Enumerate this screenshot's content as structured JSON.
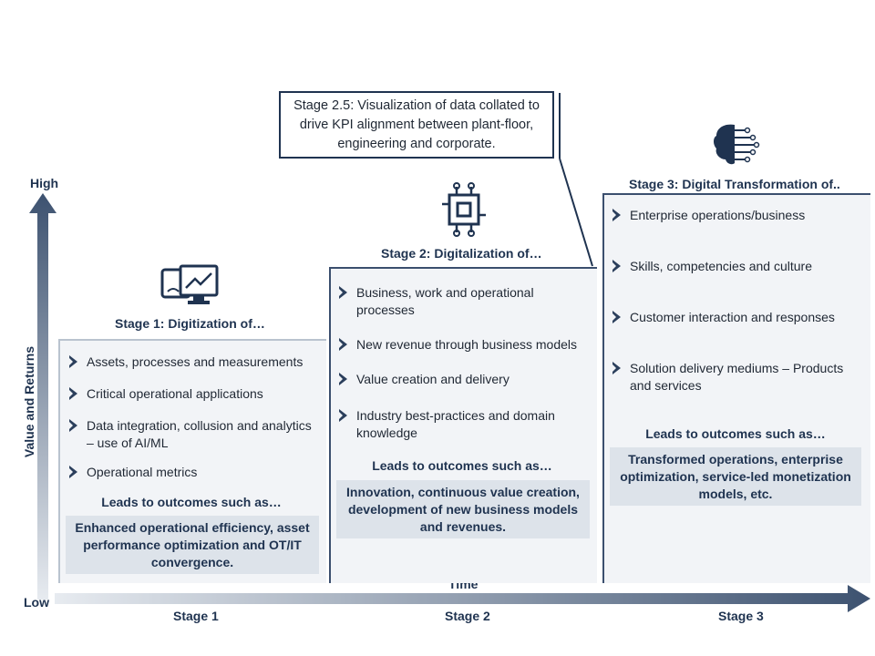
{
  "axis": {
    "y_high": "High",
    "y_low": "Low",
    "y_label": "Value and Returns",
    "x_label": "Time",
    "x_stages": [
      "Stage 1",
      "Stage 2",
      "Stage 3"
    ]
  },
  "callout": {
    "text": "Stage 2.5: Visualization of data collated to drive KPI alignment between plant-floor, engineering and corporate."
  },
  "stages": [
    {
      "title": "Stage 1: Digitization of…",
      "icon": "computer-tablet-icon",
      "items": [
        "Assets, processes and measurements",
        "Critical operational applications",
        "Data integration, collusion and analytics – use of AI/ML",
        "Operational metrics"
      ],
      "leads": "Leads to outcomes such as…",
      "outcome": "Enhanced operational efficiency, asset performance optimization and OT/IT convergence."
    },
    {
      "title": "Stage 2: Digitalization of…",
      "icon": "chip-icon",
      "items": [
        "Business, work  and operational processes",
        "New revenue through business models",
        "Value creation and delivery",
        "Industry best-practices and domain knowledge"
      ],
      "leads": "Leads to outcomes such as…",
      "outcome": "Innovation, continuous value creation, development of new business models and revenues."
    },
    {
      "title": "Stage 3: Digital Transformation of..",
      "icon": "brain-circuit-icon",
      "items": [
        "Enterprise operations/business",
        "Skills, competencies and culture",
        "Customer interaction and responses",
        "Solution delivery mediums – Products and services"
      ],
      "leads": "Leads to outcomes such as…",
      "outcome": "Transformed operations, enterprise optimization, service-led monetization models, etc."
    }
  ],
  "colors": {
    "navy": "#1f3350",
    "panel": "#f2f4f7",
    "outcome_bg": "#dde3ea",
    "axis_gradient_start": "#e7ebf0",
    "axis_gradient_end": "#3d5270"
  }
}
